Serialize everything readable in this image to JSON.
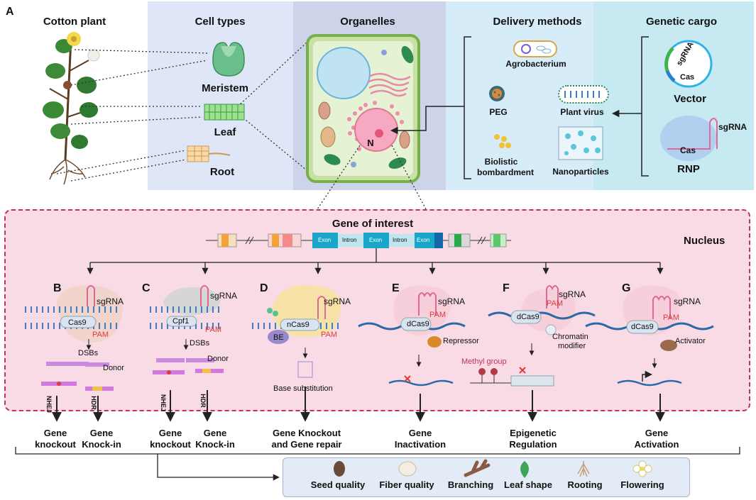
{
  "panel_letter_a": "A",
  "cotton": {
    "title": "Cotton plant"
  },
  "cells": {
    "title": "Cell types",
    "meristem": "Meristem",
    "leaf": "Leaf",
    "root": "Root"
  },
  "organelles": {
    "title": "Organelles",
    "nucleus_letter": "N"
  },
  "delivery": {
    "title": "Delivery methods",
    "agrobacterium": "Agrobacterium",
    "peg": "PEG",
    "plant_virus": "Plant virus",
    "biolistic_1": "Biolistic",
    "biolistic_2": "bombardment",
    "nanoparticles": "Nanoparticles"
  },
  "cargo": {
    "title": "Genetic cargo",
    "sgrna": "sgRNA",
    "cas": "Cas",
    "vector": "Vector",
    "rnp": "RNP"
  },
  "nucleus": {
    "gene_title": "Gene of interest",
    "label": "Nucleus",
    "exon": "Exon",
    "intron": "Intron"
  },
  "panels": {
    "B": {
      "letter": "B",
      "enzyme": "Cas9",
      "sgrna": "sgRNA",
      "pam": "PAM",
      "dsbs": "DSBs",
      "donor": "Donor",
      "nhej": "NHEJ",
      "hdr": "HDR",
      "out1a": "Gene",
      "out1b": "knockout",
      "out2a": "Gene",
      "out2b": "Knock-in"
    },
    "C": {
      "letter": "C",
      "enzyme": "Cpf1",
      "sgrna": "sgRNA",
      "pam": "PAM",
      "dsbs": "DSBs",
      "donor": "Donor",
      "nhej": "NHEJ",
      "hdr": "HDR",
      "out1a": "Gene",
      "out1b": "knockout",
      "out2a": "Gene",
      "out2b": "Knock-in"
    },
    "D": {
      "letter": "D",
      "enzyme": "nCas9",
      "sgrna": "sgRNA",
      "pam": "PAM",
      "be": "BE",
      "sub": "Base substitution",
      "outa": "Gene Knockout",
      "outb": "and Gene repair"
    },
    "E": {
      "letter": "E",
      "enzyme": "dCas9",
      "sgrna": "sgRNA",
      "pam": "PAM",
      "effector": "Repressor",
      "outa": "Gene",
      "outb": "Inactivation"
    },
    "F": {
      "letter": "F",
      "enzyme": "dCas9",
      "sgrna": "sgRNA",
      "pam": "PAM",
      "effector1": "Chromatin",
      "effector2": "modifier",
      "methyl": "Methyl group",
      "outa": "Epigenetic",
      "outb": "Regulation"
    },
    "G": {
      "letter": "G",
      "enzyme": "dCas9",
      "sgrna": "sgRNA",
      "pam": "PAM",
      "effector": "Activator",
      "outa": "Gene",
      "outb": "Activation"
    }
  },
  "traits": [
    "Seed quality",
    "Fiber quality",
    "Branching",
    "Leaf shape",
    "Rooting",
    "Flowering"
  ]
}
